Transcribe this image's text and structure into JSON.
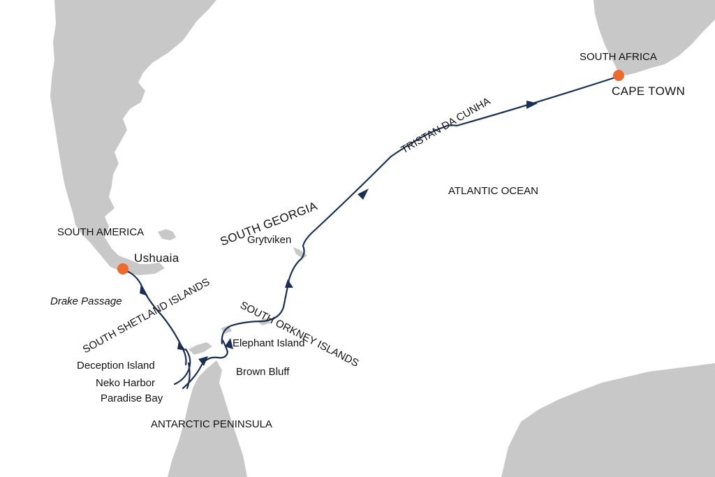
{
  "map": {
    "land_color": "#c8c8c8",
    "route_color": "#1b2f55",
    "port_color": "#ee6a2c",
    "ports": [
      {
        "name": "Ushuaia"
      },
      {
        "name": "CAPE TOWN"
      }
    ],
    "labels": {
      "south_america": "SOUTH AMERICA",
      "ushuaia": "Ushuaia",
      "drake_passage": "Drake Passage",
      "south_shetland": "SOUTH SHETLAND ISLANDS",
      "deception_island": "Deception Island",
      "neko_harbor": "Neko Harbor",
      "paradise_bay": "Paradise Bay",
      "antarctic_peninsula": "ANTARCTIC PENINSULA",
      "elephant_island": "Elephant Island",
      "brown_bluff": "Brown Bluff",
      "south_orkney": "SOUTH ORKNEY ISLANDS",
      "south_georgia": "SOUTH GEORGIA",
      "grytviken": "Grytviken",
      "atlantic_ocean": "ATLANTIC OCEAN",
      "tristan_da_cunha": "TRISTAN DA CUNHA",
      "south_africa": "SOUTH AFRICA",
      "cape_town": "CAPE TOWN"
    }
  }
}
